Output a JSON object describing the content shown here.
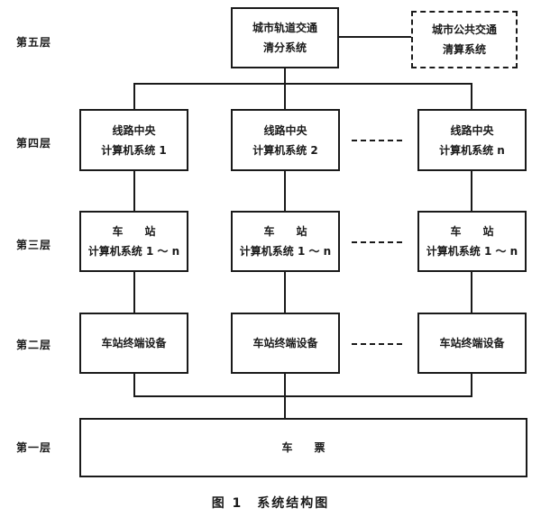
{
  "layers": {
    "l5": "第五层",
    "l4": "第四层",
    "l3": "第三层",
    "l2": "第二层",
    "l1": "第一层"
  },
  "boxes": {
    "clearing_system": [
      "城市轨道交通",
      "清分系统"
    ],
    "public_transport_system": [
      "城市公共交通",
      "清算系统"
    ],
    "line_central_1": [
      "线路中央",
      "计算机系统 1"
    ],
    "line_central_2": [
      "线路中央",
      "计算机系统 2"
    ],
    "line_central_n": [
      "线路中央",
      "计算机系统 n"
    ],
    "station_1": [
      "车　　站",
      "计算机系统 1 ～ n"
    ],
    "station_2": [
      "车　　站",
      "计算机系统 1 ～ n"
    ],
    "station_3": [
      "车　　站",
      "计算机系统 1 ～ n"
    ],
    "terminal_1": "车站终端设备",
    "terminal_2": "车站终端设备",
    "terminal_3": "车站终端设备",
    "ticket": "车　　票"
  },
  "caption": "图 1　系统结构图"
}
